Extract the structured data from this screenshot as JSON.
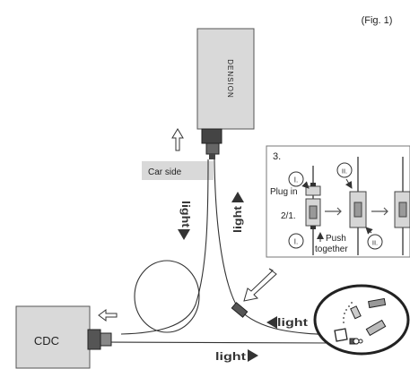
{
  "figure_label": "(Fig. 1)",
  "device": {
    "brand": "DENSION",
    "color": "#d9d9d9"
  },
  "car_side_label": "Car side",
  "cdc_label": "CDC",
  "light_label": "light",
  "inset": {
    "step_number": "3.",
    "marker_1": "I.",
    "marker_2": "II.",
    "plug_in": "Plug in",
    "sub_step": "2/1.",
    "push_line1": "Push",
    "push_line2": "together"
  }
}
